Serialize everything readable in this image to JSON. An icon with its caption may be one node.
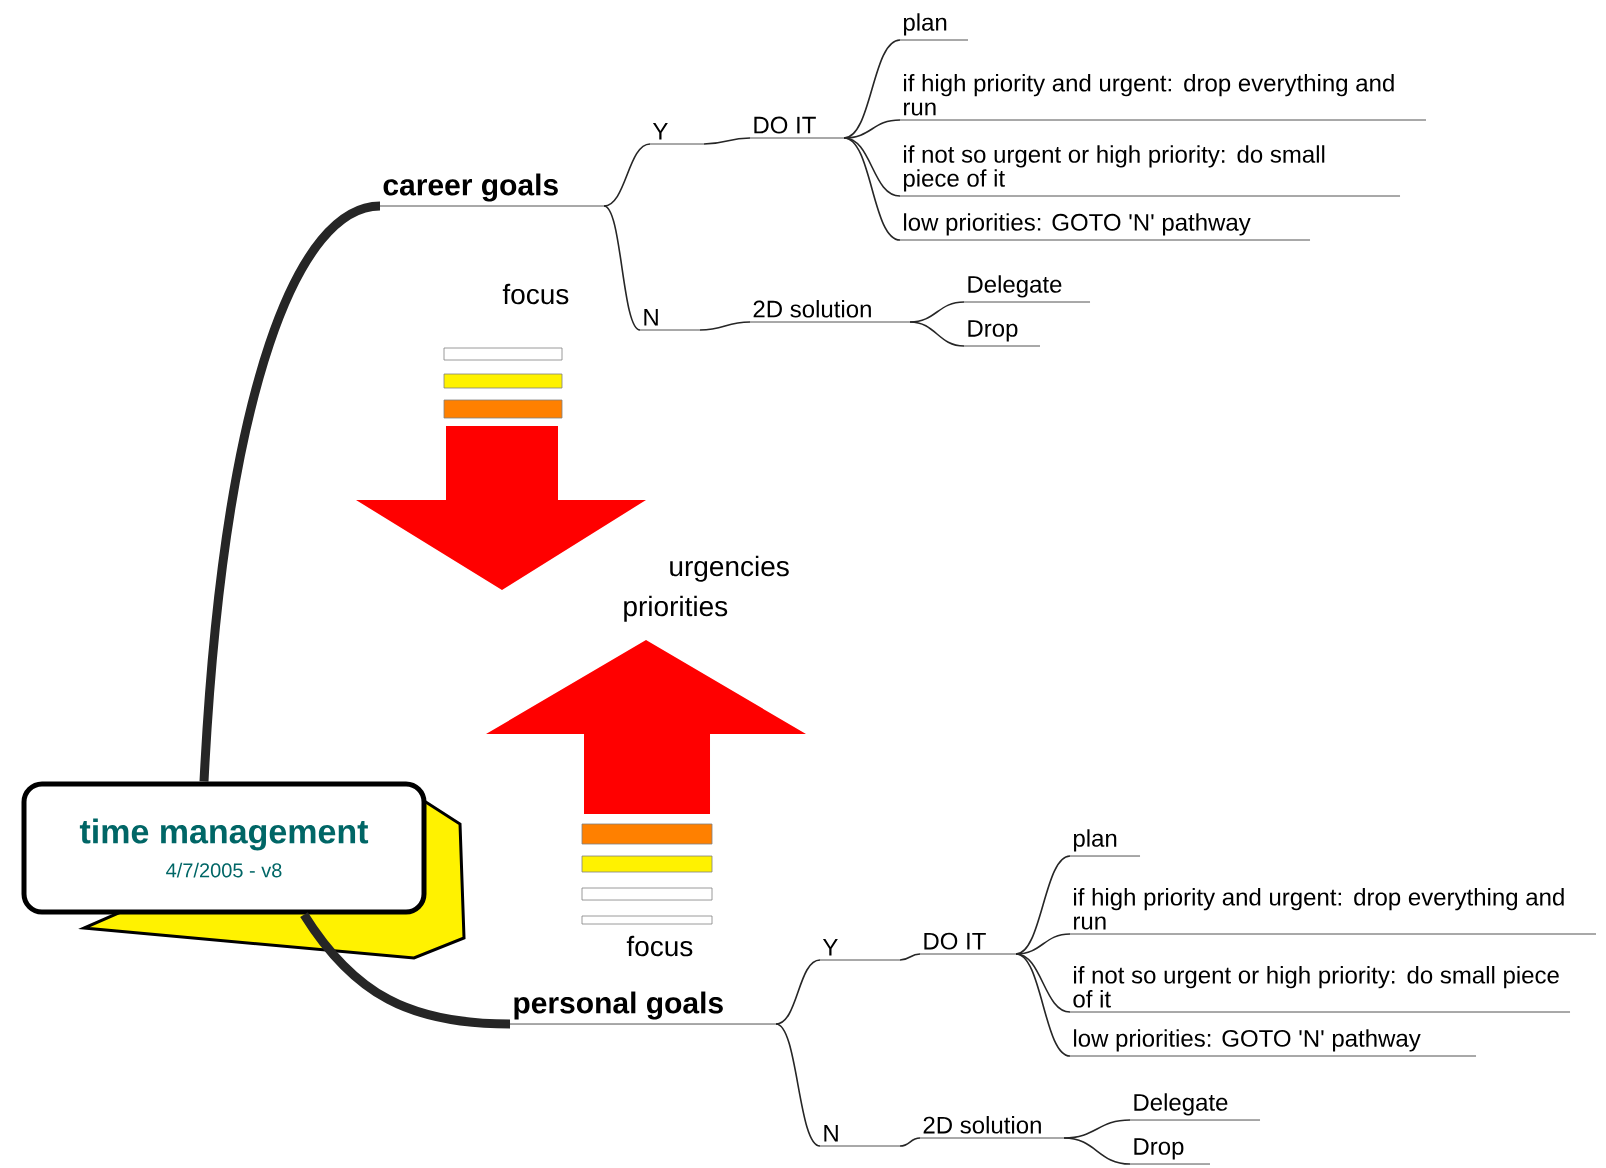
{
  "diagram": {
    "nodes": [
      {
        "text": [
          "time management",
          "4/7/2005 - v8"
        ]
      },
      {
        "text": [
          "career goals"
        ]
      },
      {
        "text": [
          "Y"
        ]
      },
      {
        "text": [
          "DO IT"
        ]
      },
      {
        "text": [
          "plan"
        ]
      },
      {
        "text": [
          "if high priority and urgent: drop everything and run"
        ]
      },
      {
        "text": [
          "if not so urgent or high priority: do small piece of it"
        ]
      },
      {
        "text": [
          "low priorities: GOTO 'N' pathway"
        ]
      },
      {
        "text": [
          "N"
        ]
      },
      {
        "text": [
          "2D solution"
        ]
      },
      {
        "text": [
          "Delegate"
        ]
      },
      {
        "text": [
          "Drop"
        ]
      },
      {
        "text": [
          "personal goals"
        ]
      },
      {
        "text": [
          "Y"
        ]
      },
      {
        "text": [
          "DO IT"
        ]
      },
      {
        "text": [
          "plan"
        ]
      },
      {
        "text": [
          "if high priority and urgent: drop everything and run"
        ]
      },
      {
        "text": [
          "if not so urgent or high priority: do small piece of it"
        ]
      },
      {
        "text": [
          "low priorities: GOTO 'N' pathway"
        ]
      },
      {
        "text": [
          "N"
        ]
      },
      {
        "text": [
          "2D solution"
        ]
      },
      {
        "text": [
          "Delegate"
        ]
      },
      {
        "text": [
          "Drop"
        ]
      }
    ],
    "edges": [
      {
        "from": 0,
        "to": 1,
        "arrow": "none",
        "style": "thick"
      },
      {
        "from": 1,
        "to": 2,
        "arrow": "none"
      },
      {
        "from": 2,
        "to": 3,
        "arrow": "none"
      },
      {
        "from": 3,
        "to": 4,
        "arrow": "none"
      },
      {
        "from": 3,
        "to": 5,
        "arrow": "none"
      },
      {
        "from": 3,
        "to": 6,
        "arrow": "none"
      },
      {
        "from": 3,
        "to": 7,
        "arrow": "none"
      },
      {
        "from": 1,
        "to": 8,
        "arrow": "none"
      },
      {
        "from": 8,
        "to": 9,
        "arrow": "none"
      },
      {
        "from": 9,
        "to": 10,
        "arrow": "none"
      },
      {
        "from": 9,
        "to": 11,
        "arrow": "none"
      },
      {
        "from": 0,
        "to": 12,
        "arrow": "none",
        "style": "thick"
      },
      {
        "from": 12,
        "to": 13,
        "arrow": "none"
      },
      {
        "from": 13,
        "to": 14,
        "arrow": "none"
      },
      {
        "from": 14,
        "to": 15,
        "arrow": "none"
      },
      {
        "from": 14,
        "to": 16,
        "arrow": "none"
      },
      {
        "from": 14,
        "to": 17,
        "arrow": "none"
      },
      {
        "from": 14,
        "to": 18,
        "arrow": "none"
      },
      {
        "from": 12,
        "to": 19,
        "arrow": "none"
      },
      {
        "from": 19,
        "to": 20,
        "arrow": "none"
      },
      {
        "from": 20,
        "to": 21,
        "arrow": "none"
      },
      {
        "from": 20,
        "to": 22,
        "arrow": "none"
      }
    ],
    "labels": [
      "focus",
      "urgencies",
      "priorities",
      "focus"
    ]
  }
}
